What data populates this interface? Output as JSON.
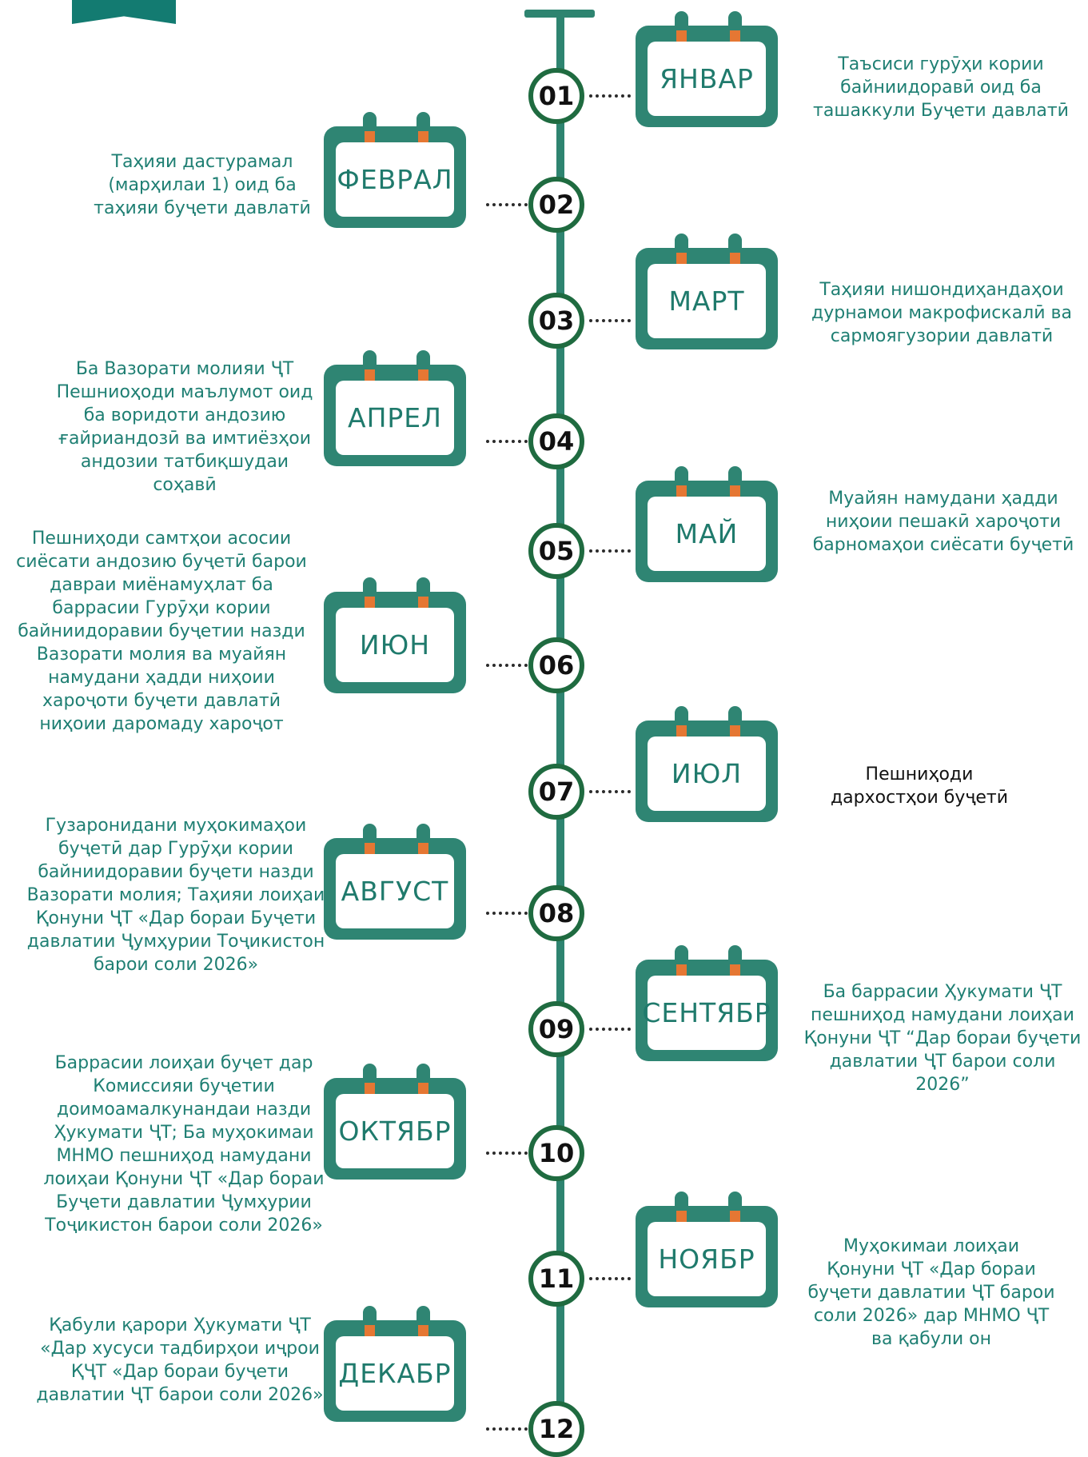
{
  "months": [
    {
      "num": "01",
      "name": "ЯНВАР",
      "text": "Таъсиси гурӯҳи кории байниидоравӣ оид ба ташаккули Буҷети давлатӣ"
    },
    {
      "num": "02",
      "name": "ФЕВРАЛ",
      "text": "Таҳияи дастурамал (марҳилаи 1) оид ба таҳияи буҷети давлатӣ"
    },
    {
      "num": "03",
      "name": "МАРТ",
      "text": "Таҳияи нишондиҳандаҳои дурнамои макрофискалӣ ва сармоягузории давлатӣ"
    },
    {
      "num": "04",
      "name": "АПРЕЛ",
      "text": "Ба Вазорати молияи ҶТ Пешниоҳоди маълумот оид ба воридоти андозию ғайриандозӣ ва имтиёзҳои андозии татбиқшудаи соҳавӣ"
    },
    {
      "num": "05",
      "name": "МАЙ",
      "text": "Муайян намудани ҳадди ниҳоии пешакӣ хароҷоти барномаҳои сиёсати буҷетӣ"
    },
    {
      "num": "06",
      "name": "ИЮН",
      "text": "Пешниҳоди самтҳои асосии сиёсати андозию буҷетӣ барои давраи миёнамуҳлат ба баррасии Гурӯҳи кории байниидоравии буҷетии назди Вазорати молия ва муайян намудани ҳадди ниҳоии хароҷоти буҷети давлатӣ ниҳоии даромаду хароҷот"
    },
    {
      "num": "07",
      "name": "ИЮЛ",
      "text": "Пешниҳоди дархостҳои буҷетӣ"
    },
    {
      "num": "08",
      "name": "АВГУСТ",
      "text": "Гузаронидани муҳокимаҳои буҷетӣ дар Гурӯҳи кории байниидоравии буҷети назди Вазорати молия; Таҳияи лоиҳаи Қонуни ҶТ «Дар бораи Буҷети давлатии Ҷумҳурии Тоҷикистон барои соли 2026»"
    },
    {
      "num": "09",
      "name": "СЕНТЯБР",
      "text": "Ба баррасии Ҳукумати ҶТ пешниҳод намудани лоиҳаи Қонуни ҶТ “Дар бораи буҷети давлатии ҶТ барои соли 2026”"
    },
    {
      "num": "10",
      "name": "ОКТЯБР",
      "text": "Баррасии лоиҳаи буҷет дар Комиссияи буҷетии доимоамалкунандаи назди Ҳукумати ҶТ; Ба муҳокимаи МНМО пешниҳод намудани лоиҳаи Қонуни ҶТ «Дар бораи Буҷети давлатии Ҷумҳурии Тоҷикистон барои соли 2026»"
    },
    {
      "num": "11",
      "name": "НОЯБР",
      "text": "Муҳокимаи лоиҳаи Қонуни ҶТ «Дар бораи буҷети давлатии ҶТ барои соли 2026» дар МНМО ҶТ ва қабули он"
    },
    {
      "num": "12",
      "name": "ДЕКАБР",
      "text": "Қабули қарори Ҳукумати ҶТ «Дар хусуси тадбирҳои иҷрои ҚҶТ «Дар бораи буҷети давлатии ҶТ барои соли 2026»"
    }
  ],
  "colors": {
    "teal": "#2f8573",
    "orange": "#e57733",
    "node_border": "#1f6b40",
    "text_teal": "#1f7f73"
  }
}
